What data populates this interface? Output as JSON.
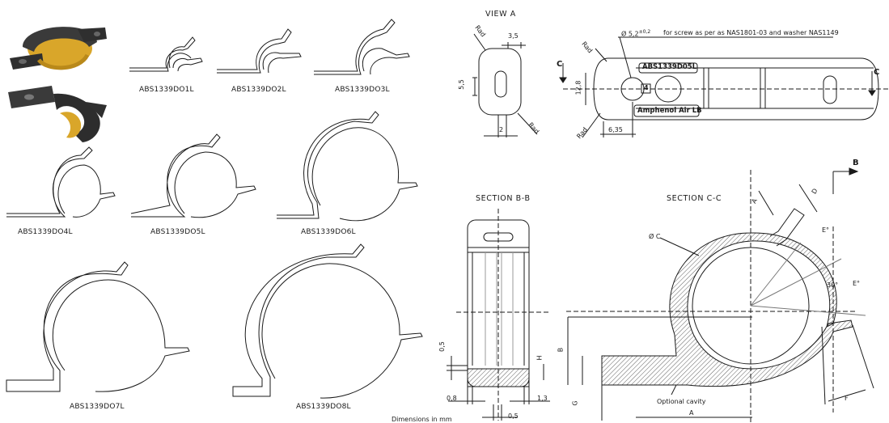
{
  "clip_labels": [
    "ABS1339DO1L",
    "ABS1339DO2L",
    "ABS1339DO3L",
    "ABS1339DO4L",
    "ABS1339DO5L",
    "ABS1339DO6L",
    "ABS1339DO7L",
    "ABS1339DO8L"
  ],
  "view_a": {
    "title": "VIEW A",
    "dims": {
      "rad_top": "Rad",
      "w": "3,5",
      "h": "5,5",
      "bottom": "2",
      "rad_bot": "Rad"
    }
  },
  "top_view": {
    "note": "for screw as per as NAS1801-03 and washer NAS1149",
    "hole_dia": "Ø 5,2",
    "tolerance": "±0,2",
    "part_number": "ABS1339D05L",
    "brand": "Amphenol Air LB",
    "badge": "4",
    "dims": {
      "rad1": "Rad",
      "height": "12,8",
      "rad2": "Rad",
      "offset": "6,35"
    },
    "section_marker_left": "C",
    "section_marker_right": "C"
  },
  "section_bb": {
    "title": "SECTION B-B",
    "dims": {
      "top_gap": "0,5",
      "h": "H",
      "b": "B",
      "g": "G",
      "left": "0,8",
      "right": "1,3",
      "bottom": "0,5"
    }
  },
  "section_cc": {
    "title": "SECTION C-C",
    "dims": {
      "a_top": "A",
      "d": "D",
      "e1": "E°",
      "e2": "E°",
      "angle": "30°",
      "c": "Ø C",
      "f": "F",
      "a_bottom": "A",
      "b_marker": "B"
    },
    "cavity_note": "Optional cavity"
  },
  "footer_note": "Dimensions in mm",
  "colors": {
    "line": "#1a1a1a",
    "cable": "#d9a62a",
    "clip": "#333333"
  }
}
